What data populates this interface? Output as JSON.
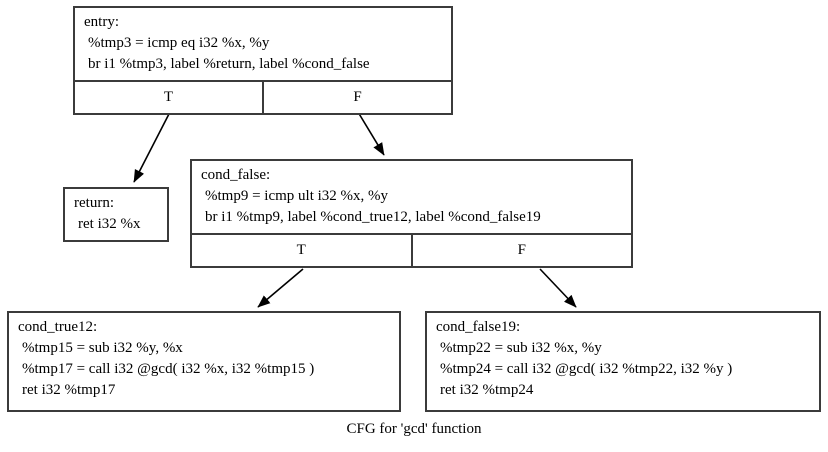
{
  "diagram": {
    "type": "control-flow-graph",
    "caption": "CFG for 'gcd' function",
    "background_color": "#ffffff",
    "border_color": "#3b3b3b",
    "text_color": "#000000",
    "nodes": [
      {
        "id": "entry",
        "label": "entry:",
        "lines": [
          "%tmp3 = icmp eq i32 %x, %y",
          "br i1 %tmp3, label %return, label %cond_false"
        ],
        "ports": {
          "true": "T",
          "false": "F"
        }
      },
      {
        "id": "return",
        "label": "return:",
        "lines": [
          "ret i32 %x"
        ],
        "ports": null
      },
      {
        "id": "cond_false",
        "label": "cond_false:",
        "lines": [
          "%tmp9 = icmp ult i32 %x, %y",
          "br i1 %tmp9, label %cond_true12, label %cond_false19"
        ],
        "ports": {
          "true": "T",
          "false": "F"
        }
      },
      {
        "id": "cond_true12",
        "label": "cond_true12:",
        "lines": [
          "%tmp15 = sub i32 %y, %x",
          "%tmp17 = call i32 @gcd( i32 %x, i32 %tmp15 )",
          "ret i32 %tmp17"
        ],
        "ports": null
      },
      {
        "id": "cond_false19",
        "label": "cond_false19:",
        "lines": [
          "%tmp22 = sub i32 %x, %y",
          "%tmp24 = call i32 @gcd( i32 %tmp22, i32 %y )",
          "ret i32 %tmp24"
        ],
        "ports": null
      }
    ],
    "edges": [
      {
        "from": "entry",
        "from_port": "T",
        "to": "return"
      },
      {
        "from": "entry",
        "from_port": "F",
        "to": "cond_false"
      },
      {
        "from": "cond_false",
        "from_port": "T",
        "to": "cond_true12"
      },
      {
        "from": "cond_false",
        "from_port": "F",
        "to": "cond_false19"
      }
    ]
  }
}
